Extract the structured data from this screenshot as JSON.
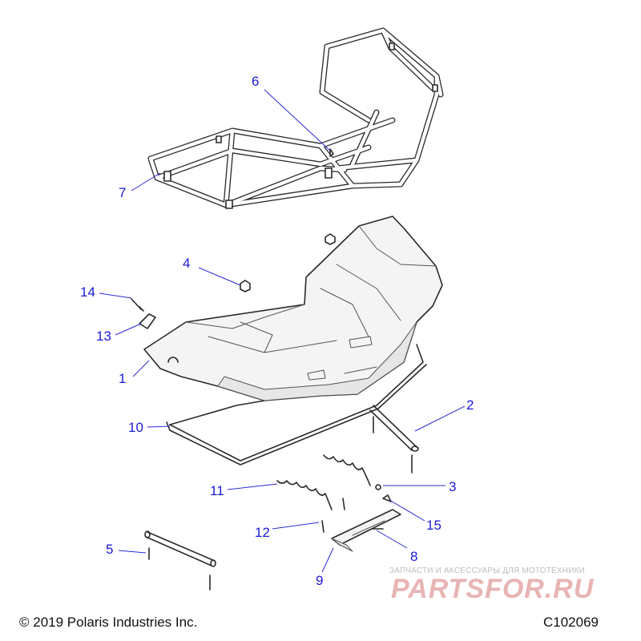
{
  "callouts": {
    "c1": "1",
    "c2": "2",
    "c3": "3",
    "c4": "4",
    "c5": "5",
    "c6": "6",
    "c7": "7",
    "c8": "8",
    "c9": "9",
    "c10": "10",
    "c11": "11",
    "c12": "12",
    "c13": "13",
    "c14": "14",
    "c15": "15"
  },
  "footer": {
    "copyright": "© 2019 Polaris Industries Inc.",
    "code": "C102069"
  },
  "watermark": {
    "tagline": "ЗАПЧАСТИ И АКСЕССУАРЫ ДЛЯ МОТОТЕХНИКИ",
    "logo": "PARTSFOR.RU"
  },
  "colors": {
    "callout": "#1a1ad6",
    "line": "#2a2a2a",
    "watermark": "#e8b4b4"
  }
}
